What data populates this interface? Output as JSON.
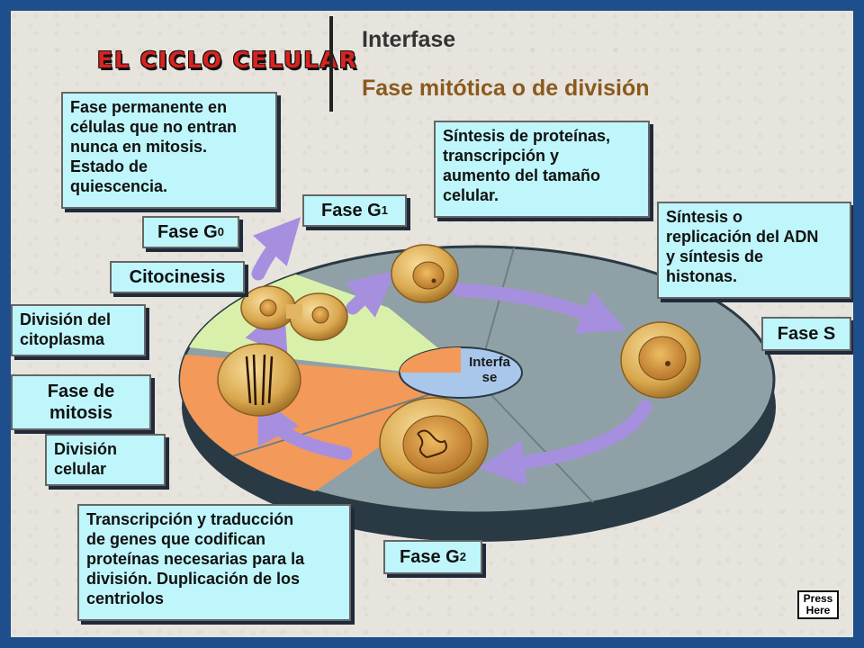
{
  "title": "EL CICLO CELULAR",
  "menu": {
    "interfase": "Interfase",
    "mitotica": "Fase mitótica o de división"
  },
  "boxes": {
    "g0_desc": "Fase permanente en\ncélulas que no entran\nnunca en mitosis.\nEstado de\nquiescencia.",
    "g1_desc": "Síntesis de proteínas,\ntranscripción y\naumento del tamaño\ncelular.",
    "s_desc": "Síntesis o\nreplicación del ADN\ny síntesis de\nhistonas.",
    "citoplasma_desc": "División del\ncitoplasma",
    "celular_desc": "División\ncelular",
    "g2_desc": "Transcripción y traducción\nde genes que codifican\nproteínas necesarias para la\ndivisión. Duplicación de los\ncentriolos"
  },
  "phases": {
    "g0_main": "Fase G",
    "g0_sub": "0",
    "g1_main": "Fase G",
    "g1_sub": "1",
    "s": "Fase S",
    "g2_main": "Fase G",
    "g2_sub": "2",
    "citocinesis": "Citocinesis",
    "mitosis": "Fase de\nmitosis"
  },
  "center": "Interfa\nse",
  "press": "Press\nHere",
  "colors": {
    "background_frame": "#1f4e8c",
    "box_fill": "#bff6fb",
    "arrow": "#a78fe0",
    "sector_mitosis": "#f39a5c",
    "sector_citocinesis": "#d8f0a8",
    "disc": "#8a9fa3",
    "title": "#d8231f",
    "menu_mitotica": "#8a5a1c"
  }
}
